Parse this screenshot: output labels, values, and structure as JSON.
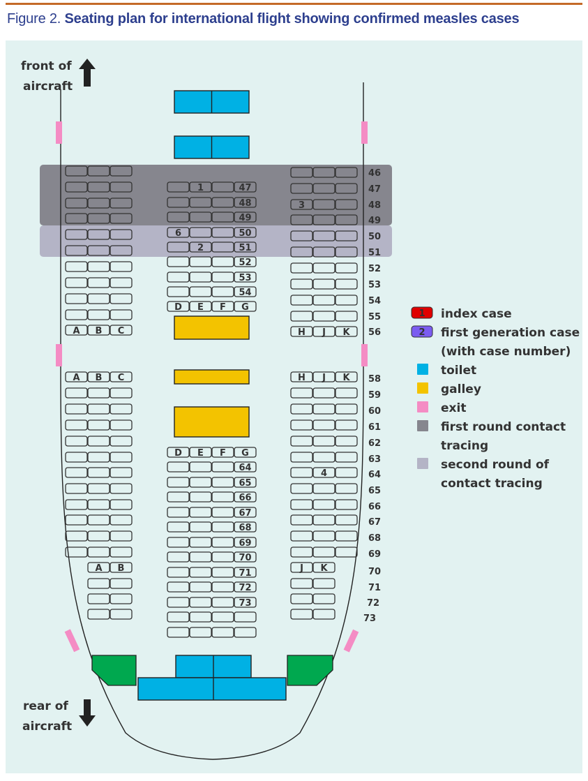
{
  "title": {
    "figure": "Figure 2.",
    "text": "Seating plan for international flight showing confirmed measles cases"
  },
  "labels": {
    "front": [
      "front of",
      "aircraft"
    ],
    "rear": [
      "rear of",
      "aircraft"
    ]
  },
  "rows": {
    "upper_side": [
      "46",
      "47",
      "48",
      "49",
      "50",
      "51",
      "52",
      "53",
      "54",
      "55",
      "56"
    ],
    "upper_middle": [
      "47",
      "48",
      "49",
      "50",
      "51",
      "52",
      "53",
      "54"
    ],
    "lower_side": [
      "58",
      "59",
      "60",
      "61",
      "62",
      "63",
      "64",
      "65",
      "66",
      "67",
      "68",
      "69",
      "70",
      "71",
      "72",
      "73"
    ],
    "lower_middle": [
      "64",
      "65",
      "66",
      "67",
      "68",
      "69",
      "70",
      "71",
      "72",
      "73"
    ]
  },
  "seat_letters": {
    "left": [
      "A",
      "B",
      "C"
    ],
    "middle": [
      "D",
      "E",
      "F",
      "G"
    ],
    "right": [
      "H",
      "J",
      "K"
    ],
    "left_rear": [
      "A",
      "B"
    ],
    "right_rear": [
      "J",
      "K"
    ]
  },
  "cases": [
    {
      "number": "1",
      "type": "index",
      "row": "47",
      "seat": "E"
    },
    {
      "number": "2",
      "type": "first_generation",
      "row": "51",
      "seat": "E"
    },
    {
      "number": "3",
      "type": "first_generation",
      "row": "48",
      "seat": "H"
    },
    {
      "number": "4",
      "type": "first_generation",
      "row": "64",
      "seat": "J"
    },
    {
      "number": "6",
      "type": "first_generation",
      "row": "50",
      "seat": "D"
    }
  ],
  "legend": [
    {
      "key": "index",
      "swatch": "1",
      "lines": [
        "index case"
      ],
      "color": "#e00000"
    },
    {
      "key": "first_generation",
      "swatch": "2",
      "lines": [
        "first generation case",
        "(with case number)"
      ],
      "color": "#7b5cf0"
    },
    {
      "key": "toilet",
      "lines": [
        "toilet"
      ],
      "color": "#00b1e4"
    },
    {
      "key": "galley",
      "lines": [
        "galley"
      ],
      "color": "#f3c300"
    },
    {
      "key": "exit",
      "lines": [
        "exit"
      ],
      "color": "#f48cc4"
    },
    {
      "key": "first_round",
      "lines": [
        "first round contact",
        "tracing"
      ],
      "color": "#86868e"
    },
    {
      "key": "second_round",
      "lines": [
        "second round of",
        "contact tracing"
      ],
      "color": "#b4b4c6"
    }
  ],
  "colors": {
    "background": "#e2f2f1",
    "lavatory_green": "#00a84f"
  }
}
